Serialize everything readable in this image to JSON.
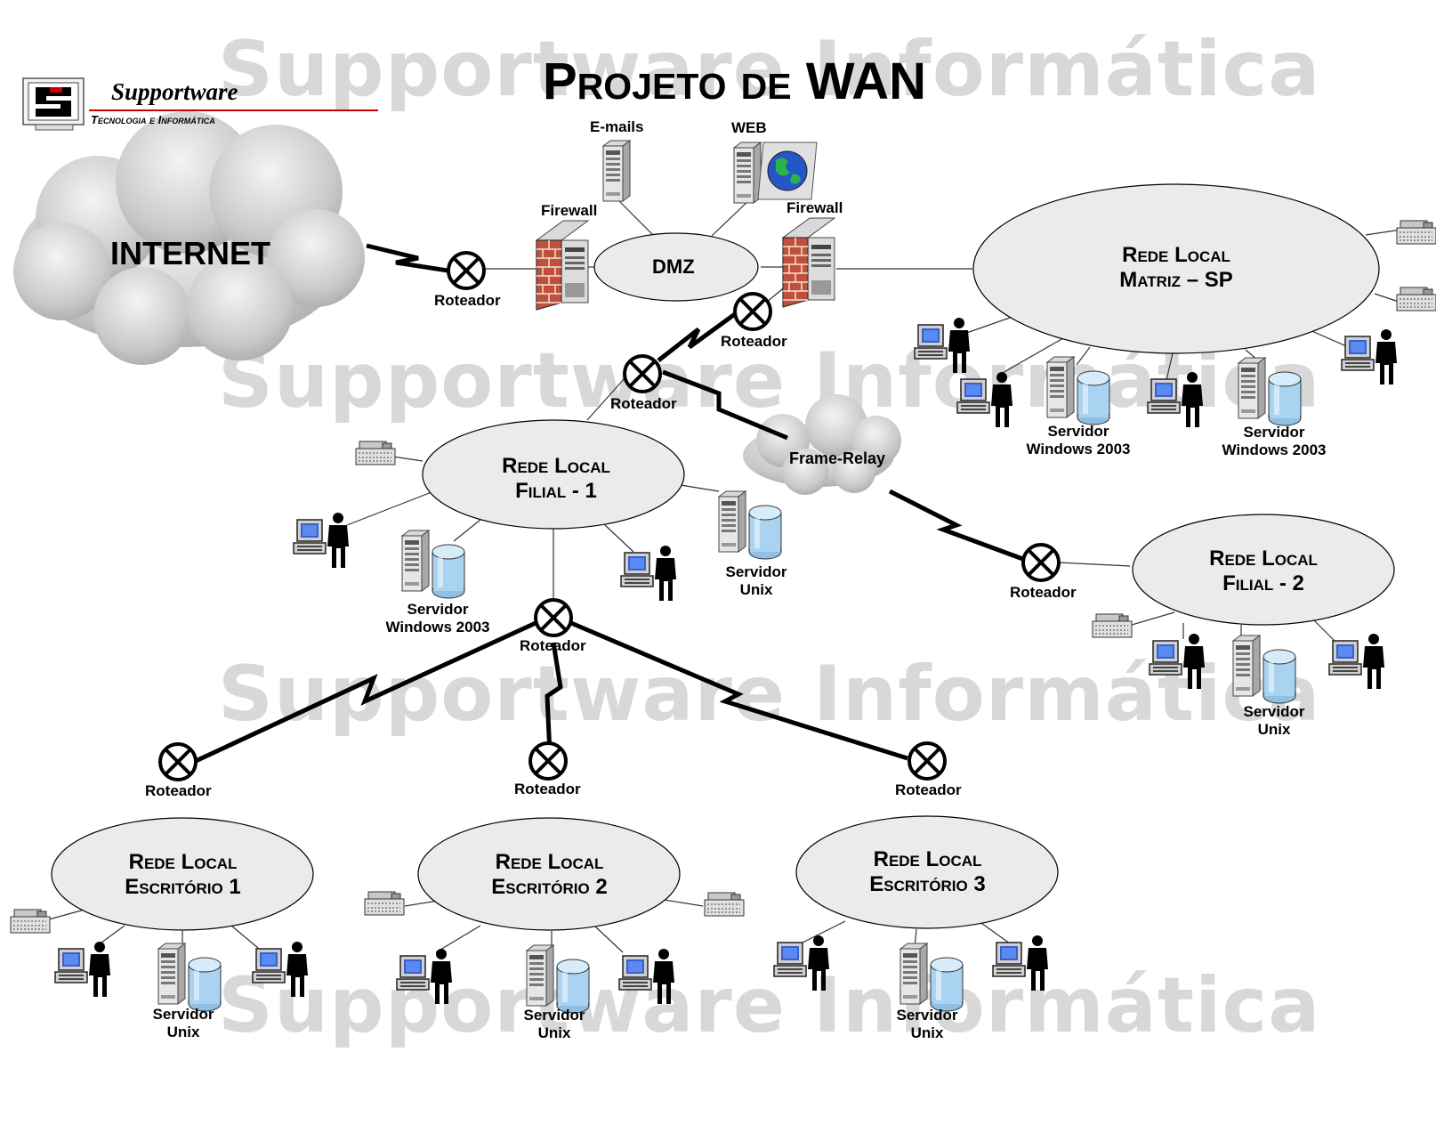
{
  "title": "Projeto de WAN",
  "watermark": "Supportware Informática",
  "logo": {
    "name": "Supportware",
    "subtitle": "Tecnologia e Informática"
  },
  "colors": {
    "accent": "#cc0000",
    "network_fill": "#ebebeb",
    "watermark": "#d8d8d8",
    "firewall_brick": "#c0503c",
    "server_disk": "#a9d3f0"
  },
  "clouds": {
    "internet": "INTERNET",
    "frame_relay": "Frame-Relay"
  },
  "dmz": {
    "label": "DMZ",
    "email_server": "E-mails",
    "web_server": "WEB",
    "firewall_left": "Firewall",
    "firewall_right": "Firewall"
  },
  "router_label": "Roteador",
  "networks": {
    "matriz": {
      "line1": "Rede Local",
      "line2": "Matriz – SP"
    },
    "filial1": {
      "line1": "Rede Local",
      "line2": "Filial - 1"
    },
    "filial2": {
      "line1": "Rede Local",
      "line2": "Filial - 2"
    },
    "escritorio1": {
      "line1": "Rede Local",
      "line2": "Escritório 1"
    },
    "escritorio2": {
      "line1": "Rede Local",
      "line2": "Escritório 2"
    },
    "escritorio3": {
      "line1": "Rede Local",
      "line2": "Escritório 3"
    }
  },
  "servers": {
    "windows": {
      "line1": "Servidor",
      "line2": "Windows 2003"
    },
    "unix": {
      "line1": "Servidor",
      "line2": "Unix"
    }
  },
  "icons": [
    "router-icon",
    "firewall-icon",
    "server-icon",
    "workstation-icon",
    "printer-icon",
    "globe-icon",
    "cloud-icon"
  ]
}
